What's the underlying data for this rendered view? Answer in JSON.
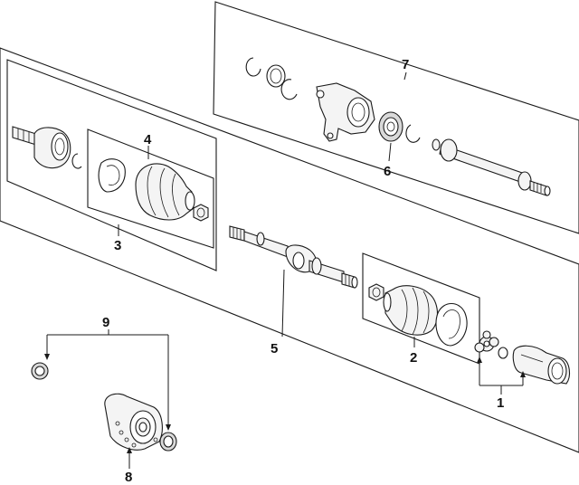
{
  "callouts": {
    "c1": "1",
    "c2": "2",
    "c3": "3",
    "c4": "4",
    "c5": "5",
    "c6": "6",
    "c7": "7",
    "c8": "8",
    "c9": "9"
  },
  "colors": {
    "line": "#1a1a1a",
    "background": "#ffffff",
    "part_fill": "#f4f4f4",
    "part_shade": "#d9d9d9"
  }
}
